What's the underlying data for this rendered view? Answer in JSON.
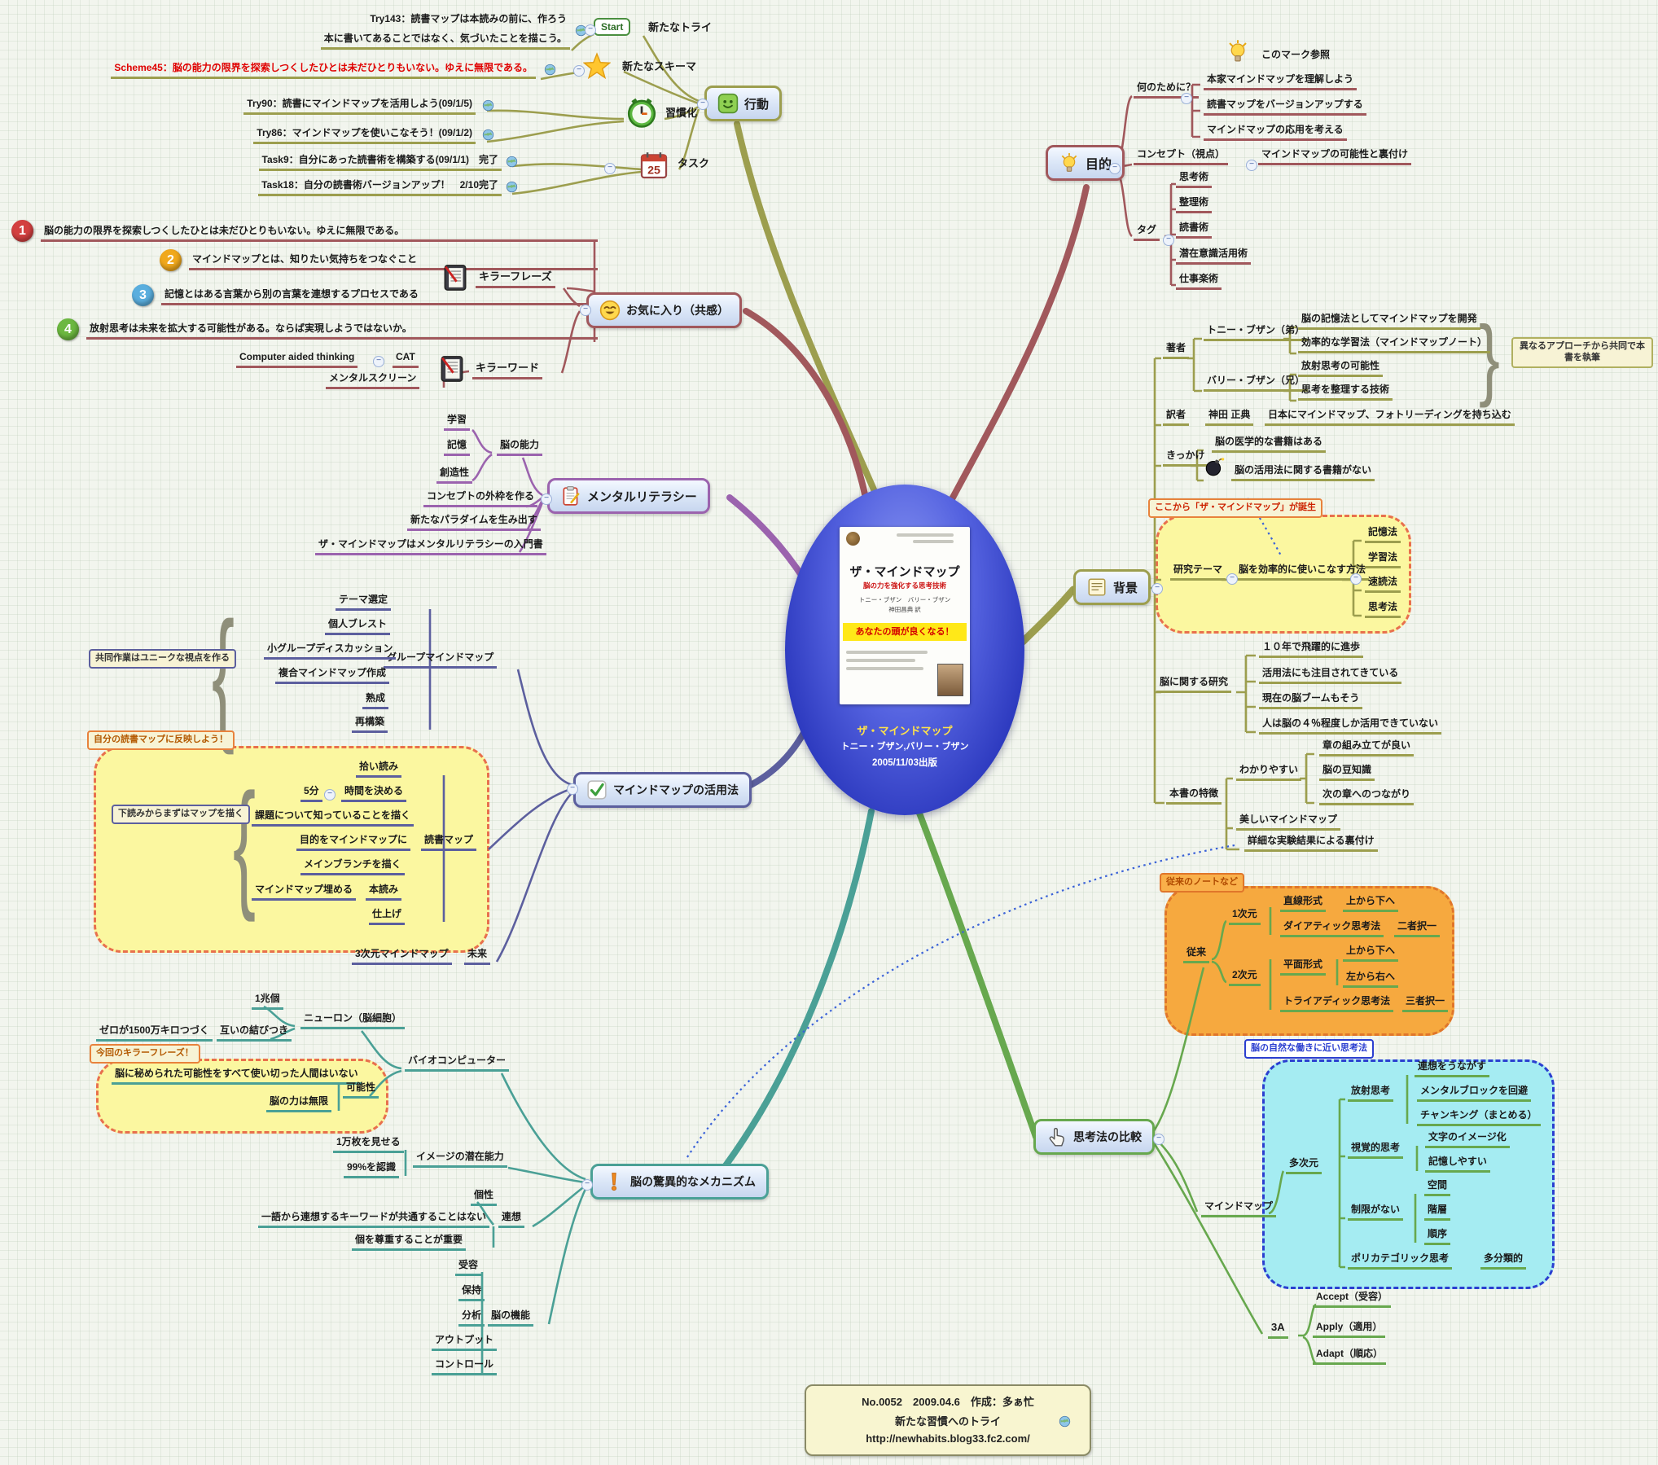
{
  "center": {
    "cover_title": "ザ・マインドマップ",
    "cover_sub": "脳の力を強化する思考技術",
    "cover_authors": "トニー・ブザン　バリー・ブザン",
    "cover_trans": "神田昌典 訳",
    "cover_banner": "あなたの頭が良くなる！",
    "title": "ザ・マインドマップ",
    "authors": "トニー・ブザン,バリー・ブザン",
    "published": "2005/11/03出版"
  },
  "action": {
    "label": "行動",
    "new_try": {
      "label": "新たなトライ",
      "start": "Start",
      "line1": "Try143：読書マップは本読みの前に、作ろう",
      "line2": "本に書いてあることではなく、気づいたことを描こう。"
    },
    "new_schema": {
      "label": "新たなスキーマ",
      "line": "Scheme45：脳の能力の限界を探索しつくしたひとは未だひとりもいない。ゆえに無限である。"
    },
    "habit": {
      "label": "習慣化",
      "try90": "Try90：読書にマインドマップを活用しよう(09/1/5)",
      "try86": "Try86：マインドマップを使いこなそう！(09/1/2)"
    },
    "task": {
      "label": "タスク",
      "task9": "Task9：自分にあった読書術を構築する(09/1/1)　完了",
      "task18": "Task18：自分の読書術バージョンアップ！　2/10完了"
    }
  },
  "purpose": {
    "label": "目的",
    "mark": "このマーク参照",
    "why": {
      "label": "何のために？",
      "a": "本家マインドマップを理解しよう",
      "b": "読書マップをバージョンアップする",
      "c": "マインドマップの応用を考える"
    },
    "concept": {
      "label": "コンセプト（視点）",
      "a": "マインドマップの可能性と裏付け"
    },
    "tags": {
      "label": "タグ",
      "items": [
        "思考術",
        "整理術",
        "読書術",
        "潜在意識活用術",
        "仕事楽術"
      ]
    }
  },
  "background": {
    "label": "背景",
    "authors": {
      "label": "著者",
      "tony": "トニー・ブザン（弟）",
      "tony_a": "脳の記憶法としてマインドマップを開発",
      "tony_b": "効率的な学習法（マインドマップノート）",
      "barry": "バリー・ブザン（兄）",
      "barry_a": "放射思考の可能性",
      "barry_b": "思考を整理する技術",
      "note": "異なるアプローチから共同で本書を執筆"
    },
    "translator": {
      "label": "訳者",
      "name": "神田 正典",
      "desc": "日本にマインドマップ、フォトリーディングを持ち込む"
    },
    "trigger": {
      "label": "きっかけ",
      "a": "脳の医学的な書籍はある",
      "b": "脳の活用法に関する書籍がない",
      "note": "ここから「ザ・マインドマップ」が誕生"
    },
    "research": {
      "label": "研究テーマ",
      "how": "脳を効率的に使いこなす方法",
      "items": [
        "記憶法",
        "学習法",
        "速読法",
        "思考法"
      ]
    },
    "brain": {
      "label": "脳に関する研究",
      "items": [
        "１０年で飛躍的に進歩",
        "活用法にも注目されてきている",
        "現在の脳ブームもそう",
        "人は脳の４％程度しか活用できていない"
      ]
    },
    "feature": {
      "label": "本書の特徴",
      "good": "章の組み立てが良い",
      "easy": "わかりやすい",
      "tips": "脳の豆知識",
      "next": "次の章へのつながり",
      "beautiful": "美しいマインドマップ",
      "evidence": "詳細な実験結果による裏付け"
    }
  },
  "favorite": {
    "label": "お気に入り（共感）",
    "killer_phrase": {
      "label": "キラーフレーズ",
      "badges": [
        "1",
        "2",
        "3",
        "4"
      ],
      "p1": "脳の能力の限界を探索しつくしたひとは未だひとりもいない。ゆえに無限である。",
      "p2": "マインドマップとは、知りたい気持ちをつなぐこと",
      "p3": "記憶とはある言葉から別の言葉を連想するプロセスである",
      "p4": "放射思考は未来を拡大する可能性がある。ならば実現しようではないか。"
    },
    "killer_word": {
      "label": "キラーワード",
      "cat_l": "Computer aided thinking",
      "cat": "CAT",
      "mental_screen": "メンタルスクリーン"
    }
  },
  "mental": {
    "label": "メンタルリテラシー",
    "learn": "学習",
    "memory": "記憶",
    "ability": "脳の能力",
    "creativity": "創造性",
    "concept": "コンセプトの外枠を作る",
    "paradigm": "新たなパラダイムを生み出す",
    "intro": "ザ・マインドマップはメンタルリテラシーの入門書"
  },
  "usage": {
    "label": "マインドマップの活用法",
    "group": {
      "label": "グループマインドマップ",
      "note": "共同作業はユニークな視点を作る",
      "steps": [
        "テーマ選定",
        "個人ブレスト",
        "小グループディスカッション",
        "複合マインドマップ作成",
        "熟成",
        "再構築"
      ]
    },
    "reading": {
      "label": "読書マップ",
      "note1": "自分の読書マップに反映しよう！",
      "note2": "下読みからまずはマップを描く",
      "s1": "拾い読み",
      "s2a": "5分",
      "s2b": "時間を決める",
      "s3": "課題について知っていることを描く",
      "s4": "目的をマインドマップに",
      "s5": "メインブランチを描く",
      "s6a": "マインドマップ埋める",
      "s6b": "本読み",
      "s7": "仕上げ"
    },
    "threed": {
      "label": "3次元マインドマップ",
      "future": "未来"
    }
  },
  "mechanism": {
    "label": "脳の驚異的なメカニズム",
    "bio": {
      "label": "バイオコンピューター",
      "neuron": "ニューロン（脳細胞）",
      "trillion": "1兆個",
      "zero": "ゼロが1500万キロつづく",
      "bond": "互いの結びつき",
      "note": "今回のキラーフレーズ！",
      "nolimit": "脳に秘められた可能性をすべて使い切った人間はいない",
      "possibility": "可能性",
      "infinite": "脳の力は無限"
    },
    "image": {
      "label": "イメージの潜在能力",
      "show": "1万枚を見せる",
      "recog": "99%を認識"
    },
    "assoc": {
      "label": "連想",
      "individuality": "個性",
      "nocommon": "一語から連想するキーワードが共通することはない",
      "respect": "個を尊重することが重要"
    },
    "func": {
      "label": "脳の機能",
      "items": [
        "受容",
        "保持",
        "分析",
        "アウトプット",
        "コントロール"
      ]
    }
  },
  "compare": {
    "label": "思考法の比較",
    "conv": {
      "label": "従来",
      "note": "従来のノートなど",
      "d1": {
        "label": "1次元",
        "linear": "直線形式",
        "t2b": "上から下へ",
        "dyadic": "ダイアティック思考法",
        "either": "二者択一"
      },
      "d2": {
        "label": "2次元",
        "plane": "平面形式",
        "t2b": "上から下へ",
        "l2r": "左から右へ",
        "triadic": "トライアディック思考法",
        "three": "三者択一"
      }
    },
    "mm": {
      "label": "マインドマップ",
      "note": "脳の自然な働きに近い思考法",
      "multi": "多次元",
      "radiant": {
        "label": "放射思考",
        "a": "連想をうながす",
        "b": "メンタルブロックを回避",
        "c": "チャンキング（まとめる）"
      },
      "visual": {
        "label": "視覚的思考",
        "a": "文字のイメージ化",
        "b": "記憶しやすい"
      },
      "nolimit": {
        "label": "制限がない",
        "a": "空間",
        "b": "階層",
        "c": "順序"
      },
      "poly": {
        "label": "ポリカテゴリック思考",
        "a": "多分類的"
      }
    },
    "threeA": {
      "label": "3A",
      "accept": "Accept（受容）",
      "apply": "Apply（適用）",
      "adapt": "Adapt（順応）"
    }
  },
  "credit": {
    "no": "No.0052　2009.04.6　作成：多ぁ忙",
    "site": "新たな習慣へのトライ",
    "url": "http://newhabits.blog33.fc2.com/"
  }
}
